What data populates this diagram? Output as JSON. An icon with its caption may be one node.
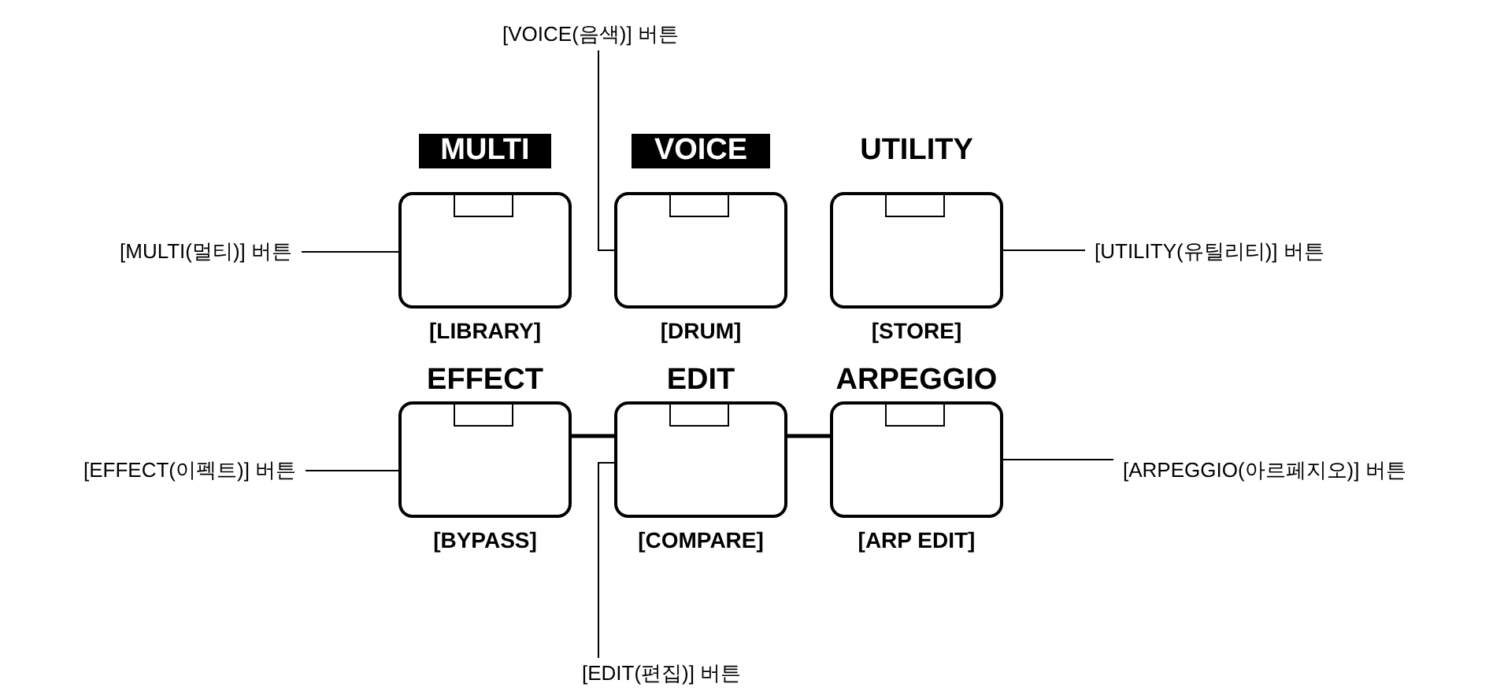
{
  "diagram": {
    "nodes": [
      {
        "text": [
          "[VOICE(음색)] 버튼"
        ]
      },
      {
        "text": [
          "[MULTI(멀티)] 버튼"
        ]
      },
      {
        "text": [
          "MULTI",
          "[LIBRARY]"
        ]
      },
      {
        "text": [
          "VOICE",
          "[DRUM]"
        ]
      },
      {
        "text": [
          "UTILITY",
          "[STORE]"
        ]
      },
      {
        "text": [
          "[UTILITY(유틸리티)] 버튼"
        ]
      },
      {
        "text": [
          "[EFFECT(이펙트)] 버튼"
        ]
      },
      {
        "text": [
          "EFFECT",
          "[BYPASS]"
        ]
      },
      {
        "text": [
          "EDIT",
          "[COMPARE]"
        ]
      },
      {
        "text": [
          "ARPEGGIO",
          "[ARP EDIT]"
        ]
      },
      {
        "text": [
          "[ARPEGGIO(아르페지오)] 버튼"
        ]
      },
      {
        "text": [
          "[EDIT(편집)] 버튼"
        ]
      }
    ],
    "edges": [
      {
        "from": 0,
        "to": 3,
        "arrow": "none"
      },
      {
        "from": 1,
        "to": 2,
        "arrow": "none"
      },
      {
        "from": 5,
        "to": 4,
        "arrow": "none"
      },
      {
        "from": 6,
        "to": 7,
        "arrow": "none"
      },
      {
        "from": 10,
        "to": 9,
        "arrow": "none"
      },
      {
        "from": 11,
        "to": 8,
        "arrow": "none"
      },
      {
        "from": 7,
        "to": 8,
        "arrow": "none",
        "style": "thick"
      },
      {
        "from": 8,
        "to": 9,
        "arrow": "none",
        "style": "thick"
      }
    ]
  }
}
